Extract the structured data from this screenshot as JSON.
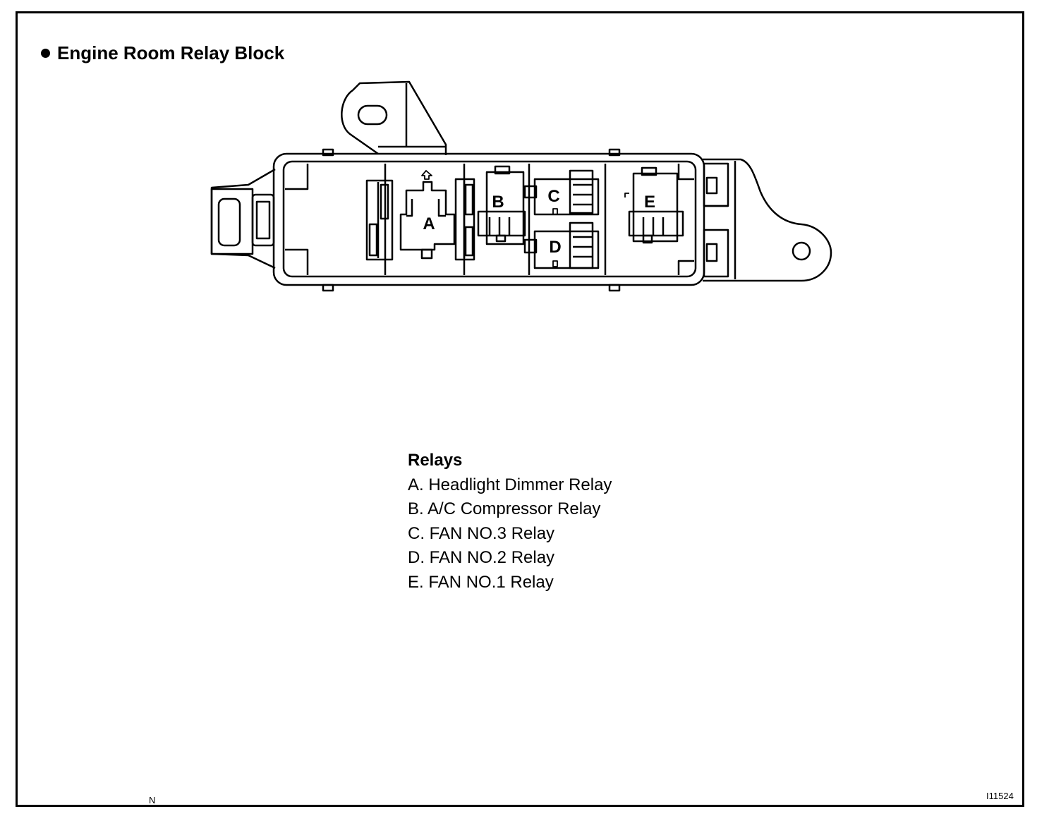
{
  "title": "Engine Room Relay Block",
  "relay_labels": {
    "a": "A",
    "b": "B",
    "c": "C",
    "d": "D",
    "e": "E"
  },
  "legend": {
    "heading": "Relays",
    "items": [
      "A. Headlight Dimmer Relay",
      "B. A/C Compressor Relay",
      "C. FAN NO.3 Relay",
      "D. FAN NO.2 Relay",
      "E. FAN NO.1 Relay"
    ]
  },
  "corner_code_left": "N",
  "corner_code_right": "I11524"
}
